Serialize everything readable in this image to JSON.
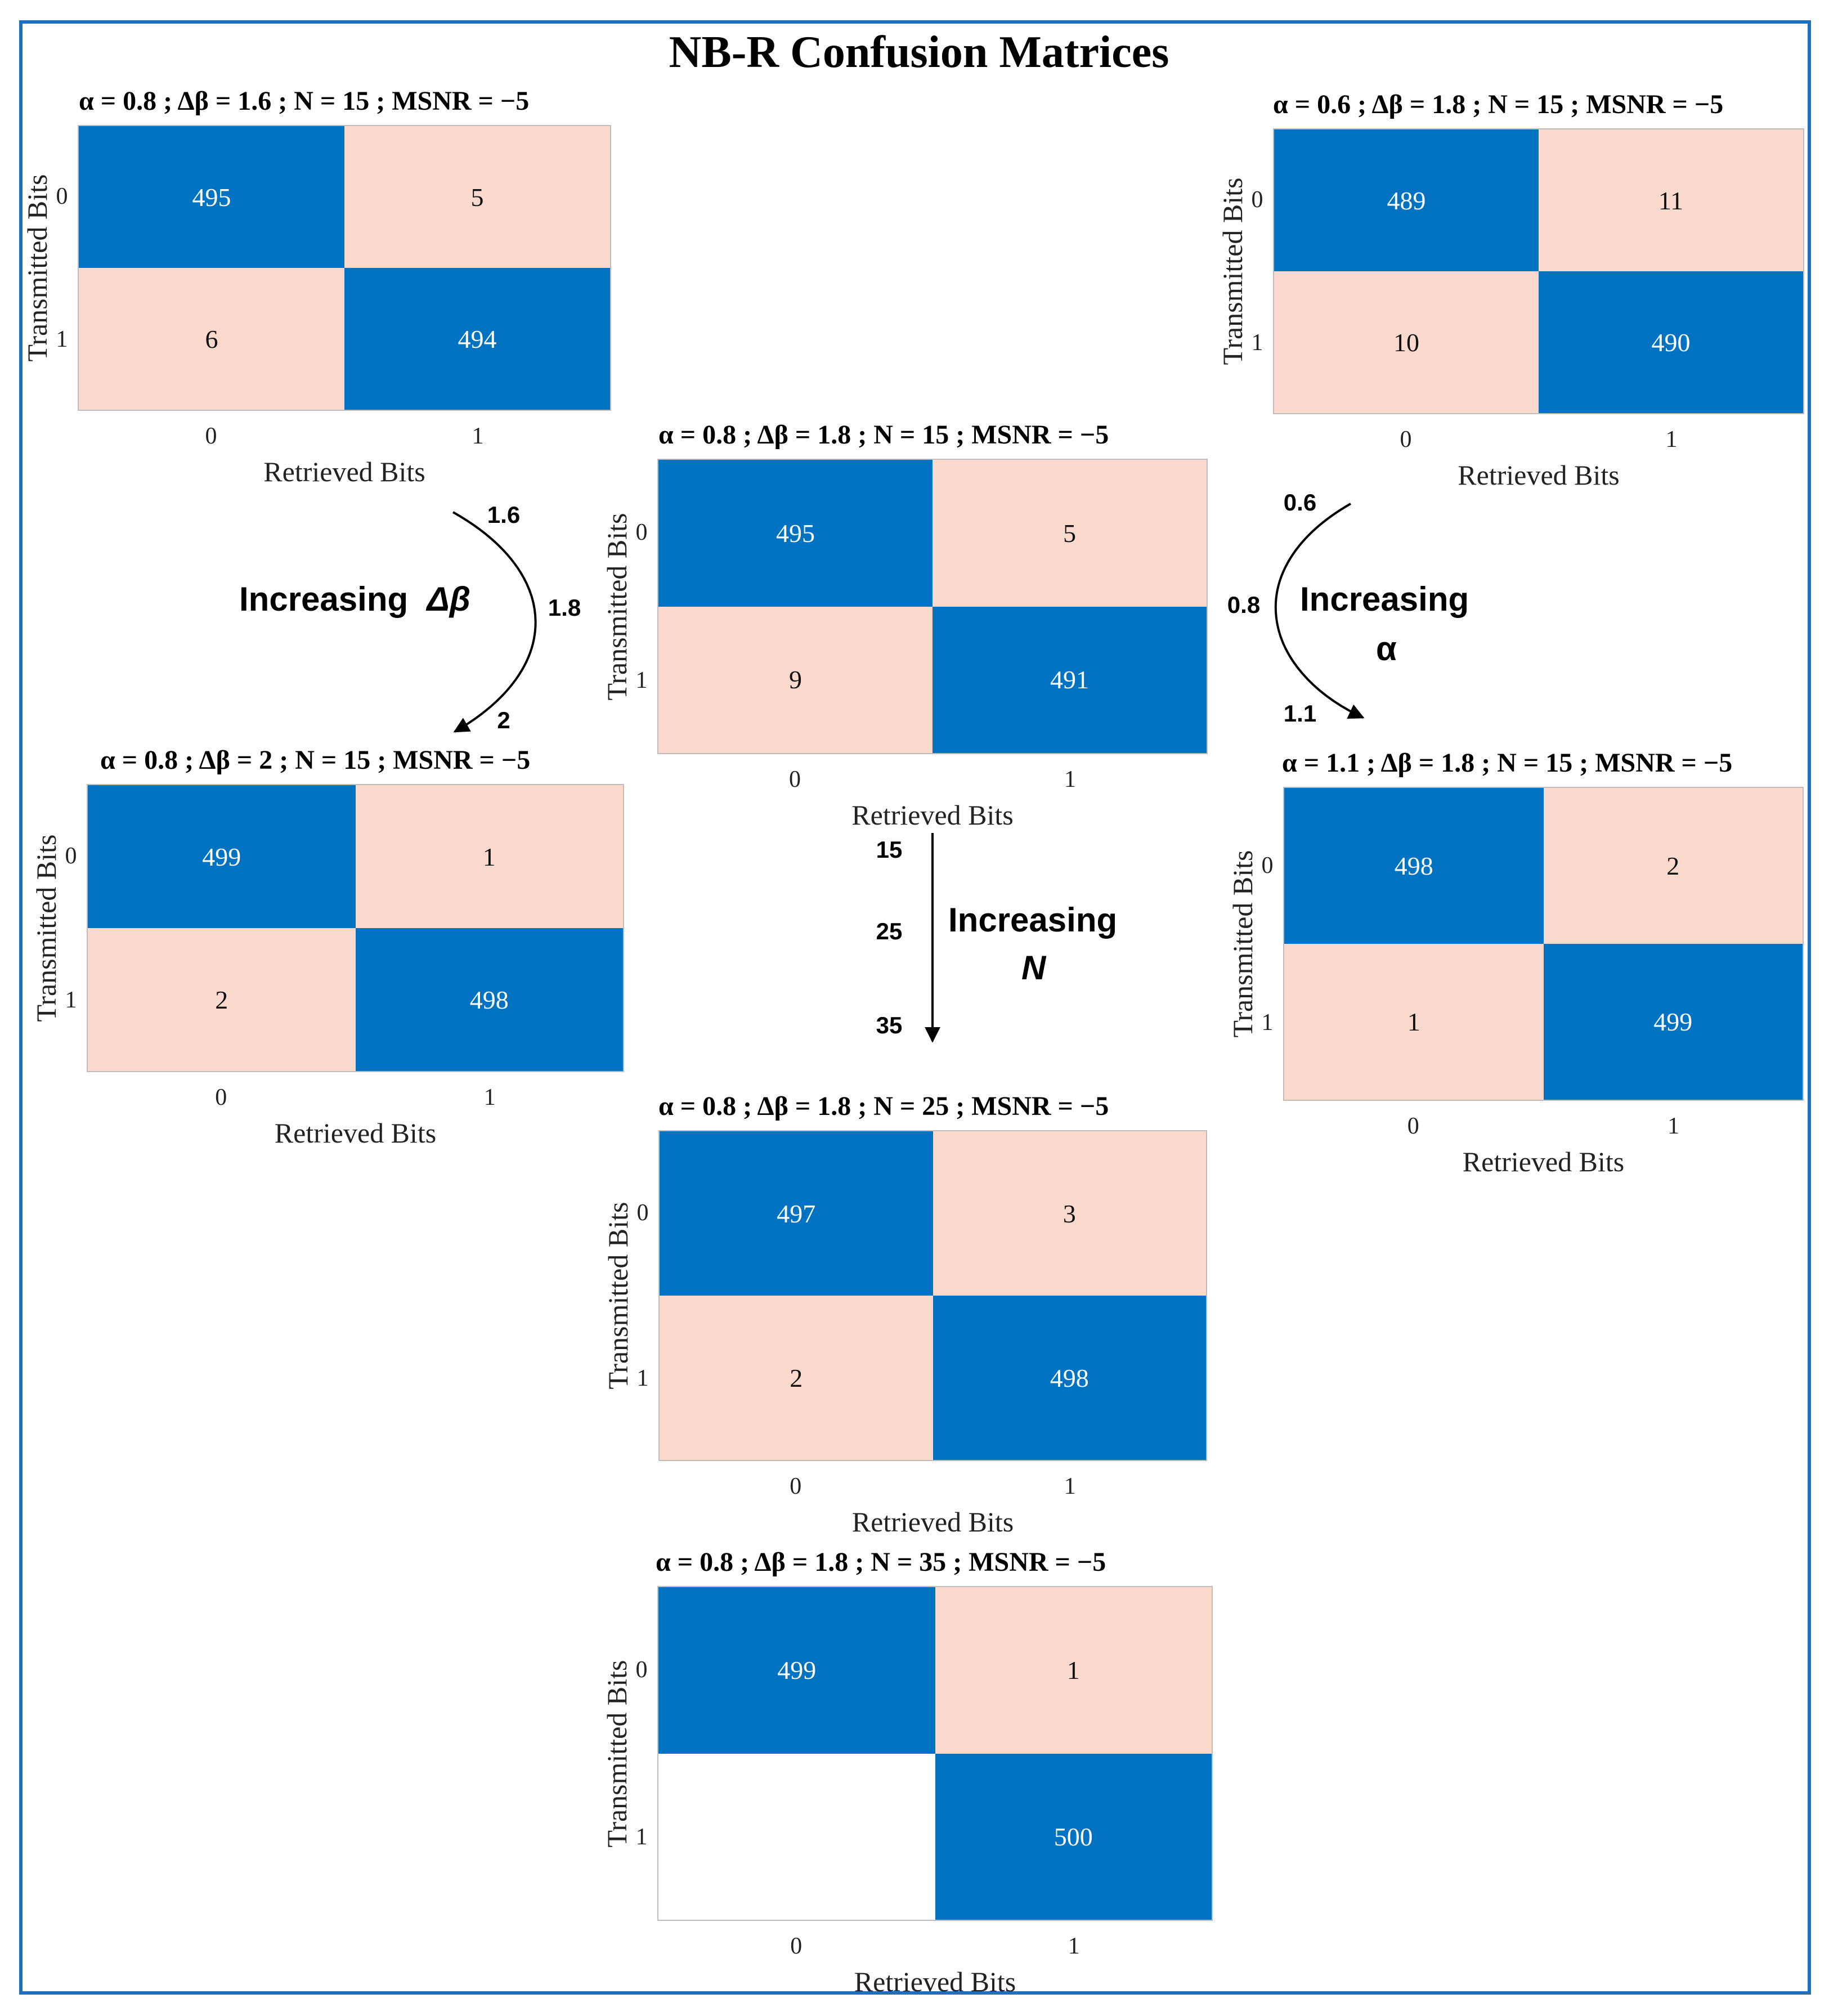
{
  "title": "NB-R Confusion Matrices",
  "colors": {
    "diagonal": "#0072c2",
    "off_diagonal": "#fbd9cc",
    "zero": "#ffffff",
    "frame": "#1f6fc0"
  },
  "chart_data": [
    {
      "type": "heatmap",
      "title": "α = 0.8 ; Δβ = 1.6 ; N = 15 ; MSNR = −5",
      "params": {
        "alpha": "0.8",
        "delta_beta": "1.6",
        "N": "15",
        "MSNR": "−5"
      },
      "xlabel": "Retrieved Bits",
      "ylabel": "Transmitted Bits",
      "x_categories": [
        "0",
        "1"
      ],
      "y_categories": [
        "0",
        "1"
      ],
      "values": [
        [
          495,
          5
        ],
        [
          6,
          494
        ]
      ]
    },
    {
      "type": "heatmap",
      "title": "α = 0.6 ; Δβ = 1.8 ; N = 15 ; MSNR = −5",
      "params": {
        "alpha": "0.6",
        "delta_beta": "1.8",
        "N": "15",
        "MSNR": "−5"
      },
      "xlabel": "Retrieved Bits",
      "ylabel": "Transmitted Bits",
      "x_categories": [
        "0",
        "1"
      ],
      "y_categories": [
        "0",
        "1"
      ],
      "values": [
        [
          489,
          11
        ],
        [
          10,
          490
        ]
      ]
    },
    {
      "type": "heatmap",
      "title": "α = 0.8 ; Δβ = 1.8 ; N = 15 ; MSNR = −5",
      "params": {
        "alpha": "0.8",
        "delta_beta": "1.8",
        "N": "15",
        "MSNR": "−5"
      },
      "xlabel": "Retrieved Bits",
      "ylabel": "Transmitted Bits",
      "x_categories": [
        "0",
        "1"
      ],
      "y_categories": [
        "0",
        "1"
      ],
      "values": [
        [
          495,
          5
        ],
        [
          9,
          491
        ]
      ]
    },
    {
      "type": "heatmap",
      "title": "α = 0.8 ; Δβ = 2 ; N = 15 ; MSNR = −5",
      "params": {
        "alpha": "0.8",
        "delta_beta": "2",
        "N": "15",
        "MSNR": "−5"
      },
      "xlabel": "Retrieved Bits",
      "ylabel": "Transmitted Bits",
      "x_categories": [
        "0",
        "1"
      ],
      "y_categories": [
        "0",
        "1"
      ],
      "values": [
        [
          499,
          1
        ],
        [
          2,
          498
        ]
      ]
    },
    {
      "type": "heatmap",
      "title": "α = 1.1 ; Δβ = 1.8 ; N = 15 ; MSNR = −5",
      "params": {
        "alpha": "1.1",
        "delta_beta": "1.8",
        "N": "15",
        "MSNR": "−5"
      },
      "xlabel": "Retrieved Bits",
      "ylabel": "Transmitted Bits",
      "x_categories": [
        "0",
        "1"
      ],
      "y_categories": [
        "0",
        "1"
      ],
      "values": [
        [
          498,
          2
        ],
        [
          1,
          499
        ]
      ]
    },
    {
      "type": "heatmap",
      "title": "α = 0.8 ; Δβ = 1.8 ; N = 25 ; MSNR = −5",
      "params": {
        "alpha": "0.8",
        "delta_beta": "1.8",
        "N": "25",
        "MSNR": "−5"
      },
      "xlabel": "Retrieved Bits",
      "ylabel": "Transmitted Bits",
      "x_categories": [
        "0",
        "1"
      ],
      "y_categories": [
        "0",
        "1"
      ],
      "values": [
        [
          497,
          3
        ],
        [
          2,
          498
        ]
      ]
    },
    {
      "type": "heatmap",
      "title": "α = 0.8 ; Δβ = 1.8 ; N = 35 ; MSNR = −5",
      "params": {
        "alpha": "0.8",
        "delta_beta": "1.8",
        "N": "35",
        "MSNR": "−5"
      },
      "xlabel": "Retrieved Bits",
      "ylabel": "Transmitted Bits",
      "x_categories": [
        "0",
        "1"
      ],
      "y_categories": [
        "0",
        "1"
      ],
      "values": [
        [
          499,
          1
        ],
        [
          0,
          500
        ]
      ],
      "hidden_zero_cells": true
    }
  ],
  "annotations": {
    "delta_beta": {
      "label": "Increasing",
      "symbol": "Δβ",
      "ticks": [
        "1.6",
        "1.8",
        "2"
      ]
    },
    "alpha": {
      "label": "Increasing",
      "symbol": "α",
      "ticks": [
        "0.6",
        "0.8",
        "1.1"
      ]
    },
    "n": {
      "label": "Increasing",
      "symbol": "N",
      "ticks": [
        "15",
        "25",
        "35"
      ]
    }
  }
}
